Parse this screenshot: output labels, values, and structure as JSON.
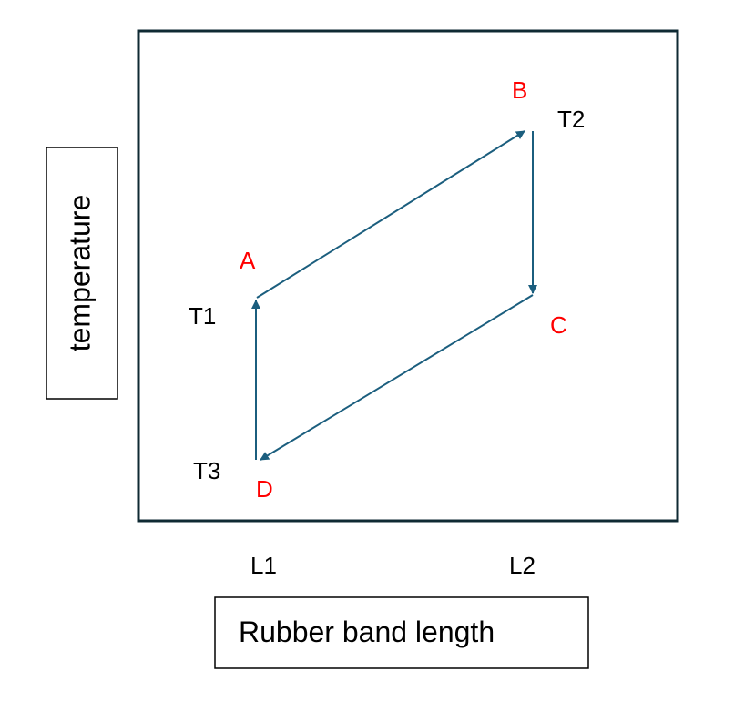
{
  "axes": {
    "x_title": "Rubber band length",
    "y_title": "temperature"
  },
  "ticks": {
    "L1": "L1",
    "L2": "L2",
    "T1": "T1",
    "T2": "T2",
    "T3": "T3"
  },
  "points": {
    "A": "A",
    "B": "B",
    "C": "C",
    "D": "D"
  },
  "colors": {
    "frame": "#0f2a33",
    "arrow": "#1b5e7e",
    "point_label": "#ff0000",
    "text": "#000000"
  },
  "cycle": [
    "A",
    "B",
    "C",
    "D"
  ]
}
